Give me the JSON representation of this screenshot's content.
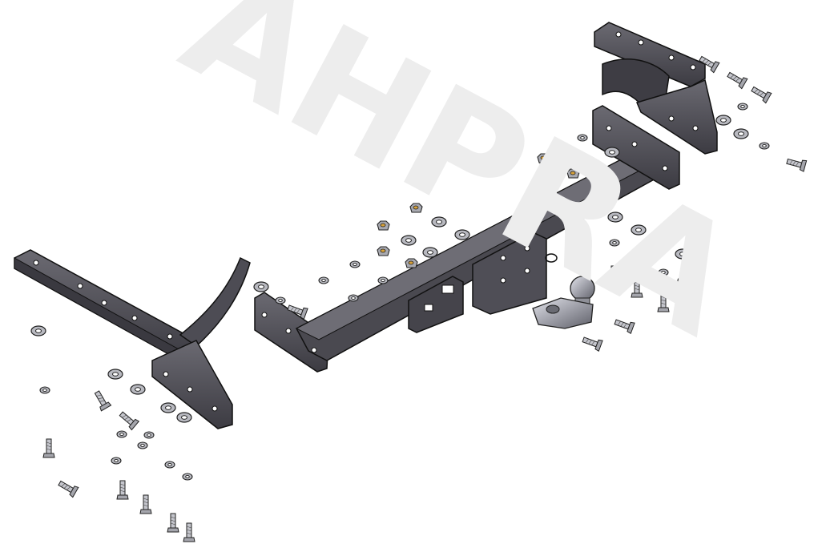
{
  "diagram": {
    "watermark": "AHPRA",
    "parts": [
      {
        "name": "left-mounting-bracket",
        "color": "#55545c"
      },
      {
        "name": "right-mounting-bracket",
        "color": "#55545c"
      },
      {
        "name": "cross-beam",
        "color": "#4a4950"
      },
      {
        "name": "tow-ball",
        "color": "#9a9ba3"
      }
    ]
  }
}
